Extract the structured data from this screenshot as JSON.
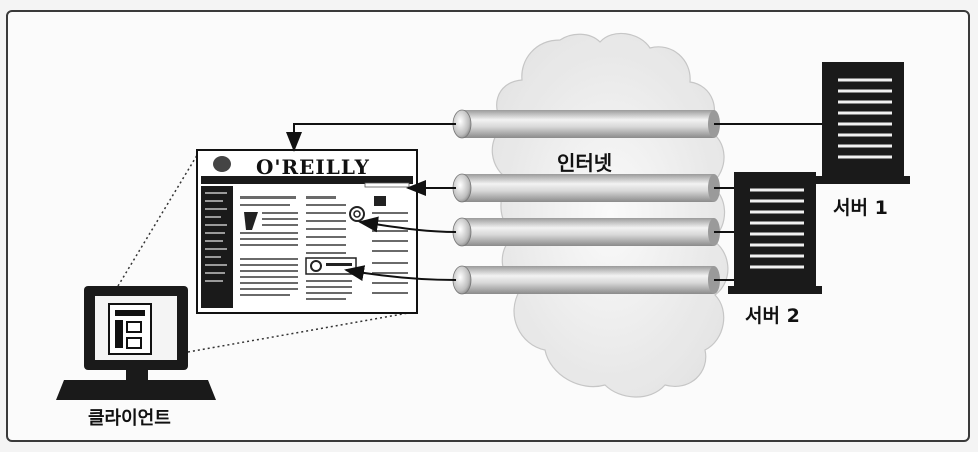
{
  "labels": {
    "internet": "인터넷",
    "server1": "서버 1",
    "server2": "서버 2",
    "client": "클라이언트"
  },
  "webpage": {
    "logo_text": "O'REILLY"
  },
  "icons": {
    "cloud": "cloud-icon",
    "server": "server-icon",
    "pipe": "pipe-icon",
    "computer": "computer-icon",
    "browser": "browser-window-icon"
  },
  "colors": {
    "ink": "#111111",
    "pipe_light": "#ececec",
    "pipe_dark": "#9a9a9a",
    "cloud_fill": "#f1f1f1"
  }
}
